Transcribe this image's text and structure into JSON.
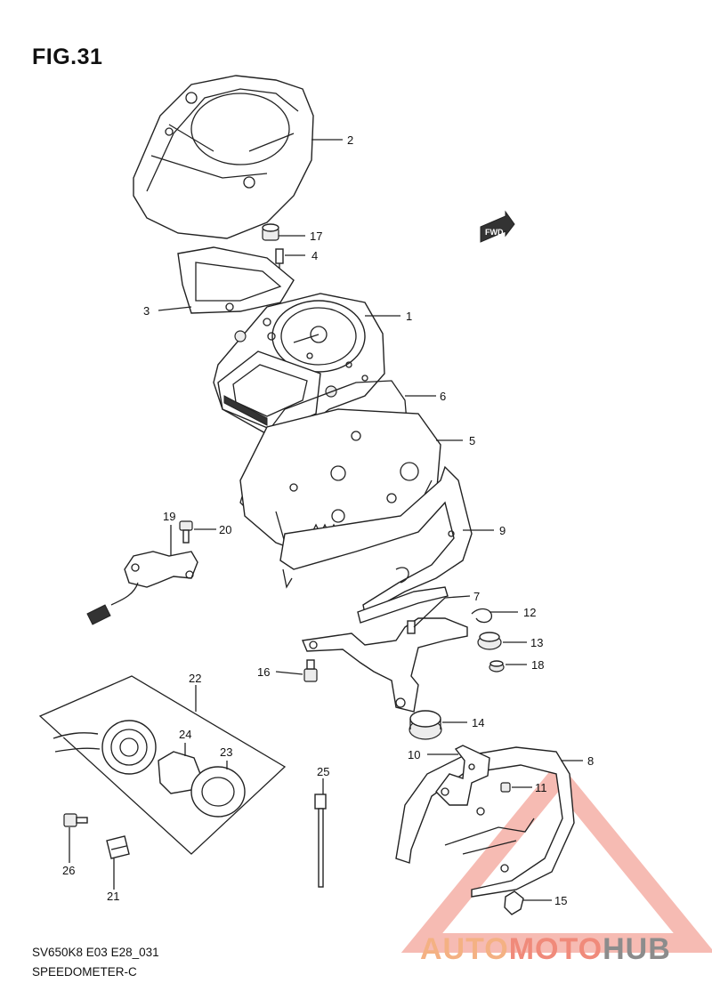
{
  "figure": {
    "title": "FIG.31",
    "model_code": "SV650K8 E03 E28_031",
    "section_name": "SPEEDOMETER-C"
  },
  "fwd_badge": "FWD",
  "watermark": {
    "part1": "AUTO",
    "part2": "MOTO",
    "part3": "HUB",
    "colors": {
      "part1": "#f4b183",
      "part2": "#f08a7a",
      "part3": "#8c8c8c",
      "triangle": "#f3a49a"
    }
  },
  "callouts": [
    "1",
    "2",
    "3",
    "4",
    "5",
    "6",
    "7",
    "8",
    "9",
    "10",
    "11",
    "12",
    "13",
    "14",
    "15",
    "16",
    "17",
    "18",
    "19",
    "20",
    "21",
    "22",
    "23",
    "24",
    "25",
    "26"
  ]
}
